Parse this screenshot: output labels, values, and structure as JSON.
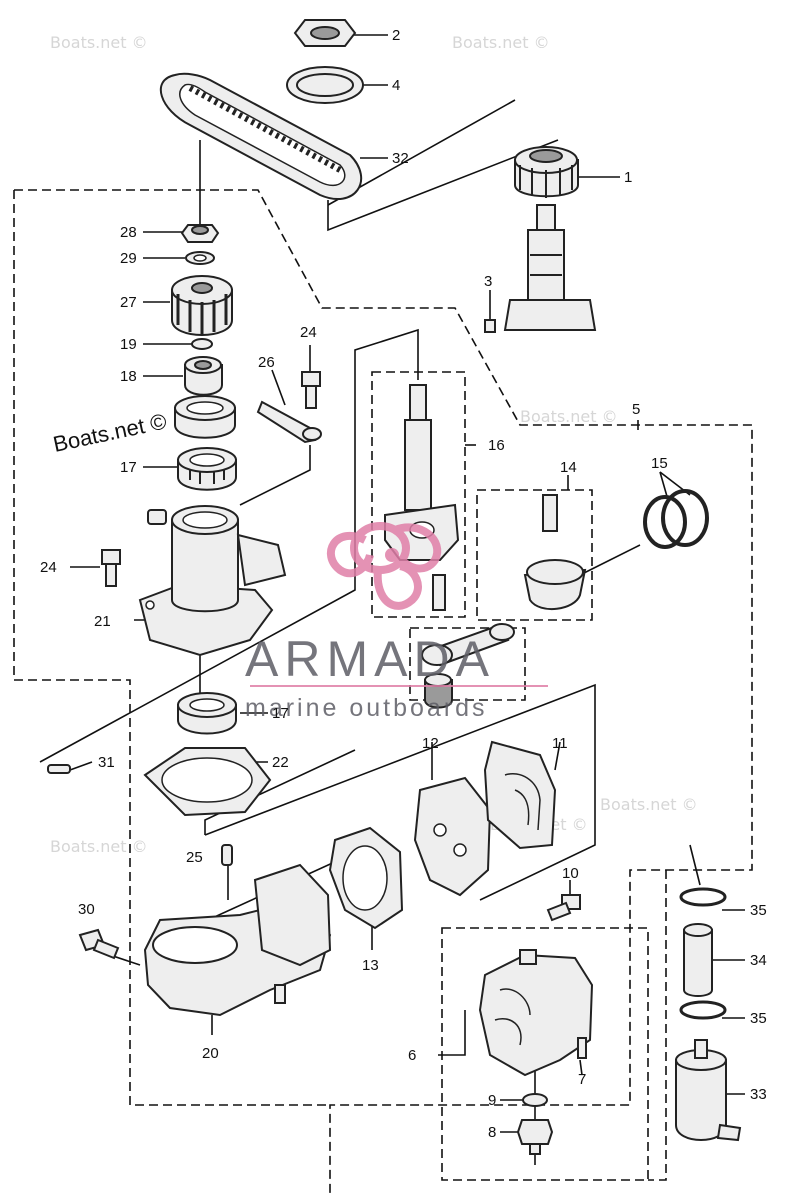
{
  "watermark_text": "Boats.net ©",
  "watermark_large": "Boats.net ©",
  "brand": {
    "name": "ARMADA",
    "tagline": "marine outboards",
    "accent": "#e07fa8",
    "text_color": "#5e5e66"
  },
  "callouts": {
    "c1": "1",
    "c2": "2",
    "c3": "3",
    "c4": "4",
    "c5": "5",
    "c6": "6",
    "c7": "7",
    "c8": "8",
    "c9": "9",
    "c10": "10",
    "c11": "11",
    "c12": "12",
    "c13": "13",
    "c14": "14",
    "c15": "15",
    "c16": "16",
    "c17a": "17",
    "c17b": "17",
    "c18": "18",
    "c19": "19",
    "c20": "20",
    "c21": "21",
    "c22": "22",
    "c24a": "24",
    "c24b": "24",
    "c25": "25",
    "c26": "26",
    "c27": "27",
    "c28": "28",
    "c29": "29",
    "c30": "30",
    "c31": "31",
    "c32": "32",
    "c33": "33",
    "c34": "34",
    "c35a": "35",
    "c35b": "35"
  }
}
